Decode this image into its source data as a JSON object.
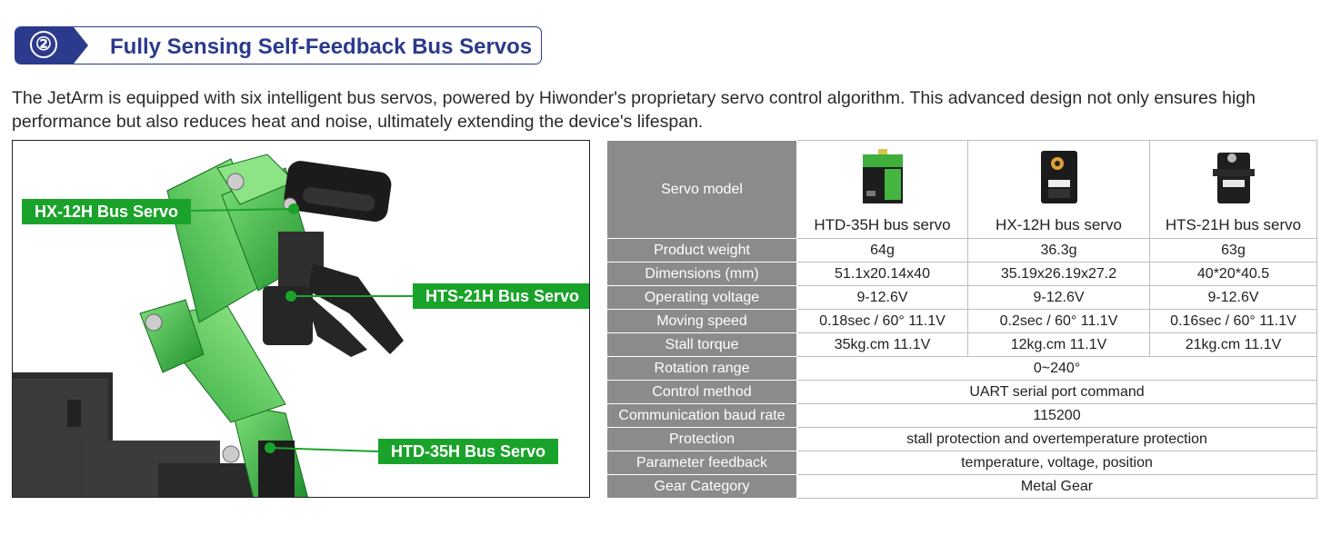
{
  "section": {
    "number": "②",
    "title": "Fully Sensing Self-Feedback Bus Servos",
    "accent": "#2b3a8c"
  },
  "description": "The JetArm is equipped with six intelligent bus servos, powered by Hiwonder's proprietary servo control algorithm. This advanced design not only ensures high performance but also reduces heat and noise, ultimately extending the device's lifespan.",
  "image_labels": {
    "hx12h": "HX-12H Bus Servo",
    "hts21h": "HTS-21H Bus Servo",
    "htd35h": "HTD-35H Bus Servo",
    "label_color": "#1aa32a"
  },
  "table": {
    "header_label": "Servo model",
    "servos": [
      "HTD-35H bus servo",
      "HX-12H bus servo",
      "HTS-21H bus servo"
    ],
    "rows": [
      {
        "label": "Product weight",
        "values": [
          "64g",
          "36.3g",
          "63g"
        ]
      },
      {
        "label": "Dimensions (mm)",
        "values": [
          "51.1x20.14x40",
          "35.19x26.19x27.2",
          "40*20*40.5"
        ]
      },
      {
        "label": "Operating voltage",
        "values": [
          "9-12.6V",
          "9-12.6V",
          "9-12.6V"
        ]
      },
      {
        "label": "Moving speed",
        "values": [
          "0.18sec / 60° 11.1V",
          "0.2sec / 60° 11.1V",
          "0.16sec / 60° 11.1V"
        ]
      },
      {
        "label": "Stall torque",
        "values": [
          "35kg.cm 11.1V",
          "12kg.cm 11.1V",
          "21kg.cm 11.1V"
        ]
      }
    ],
    "merged_rows": [
      {
        "label": "Rotation range",
        "value": "0~240°"
      },
      {
        "label": "Control method",
        "value": "UART serial port command"
      },
      {
        "label": "Communication baud rate",
        "value": "115200"
      },
      {
        "label": "Protection",
        "value": "stall protection  and overtemperature  protection"
      },
      {
        "label": "Parameter feedback",
        "value": "temperature,  voltage,  position"
      },
      {
        "label": "Gear Category",
        "value": "Metal Gear"
      }
    ]
  }
}
